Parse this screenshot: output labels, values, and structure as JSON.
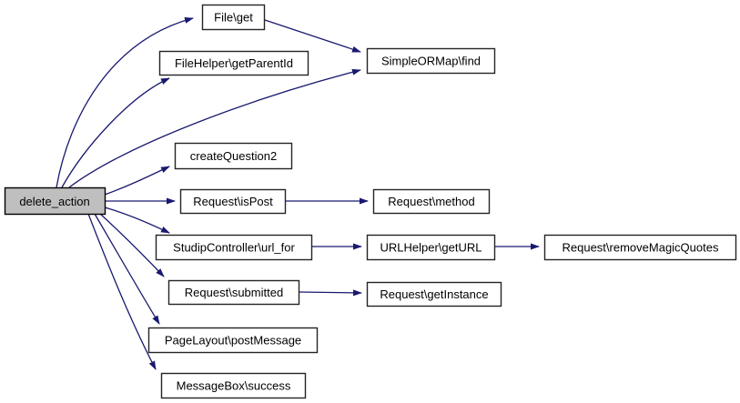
{
  "diagram": {
    "type": "call-graph",
    "root": "delete_action",
    "colors": {
      "edge": "#191970",
      "node_border": "#242424",
      "node_fill": "#ffffff",
      "root_fill": "#bfbfbf",
      "text": "#000000",
      "background": "#ffffff"
    },
    "nodes": [
      {
        "id": "delete-action",
        "label": "delete_action"
      },
      {
        "id": "file-get",
        "label": "File\\get"
      },
      {
        "id": "filehelper-getparentid",
        "label": "FileHelper\\getParentId"
      },
      {
        "id": "simpleormap-find",
        "label": "SimpleORMap\\find"
      },
      {
        "id": "createquestion2",
        "label": "createQuestion2"
      },
      {
        "id": "request-ispost",
        "label": "Request\\isPost"
      },
      {
        "id": "request-method",
        "label": "Request\\method"
      },
      {
        "id": "studipcontroller-url-for",
        "label": "StudipController\\url_for"
      },
      {
        "id": "urlhelper-geturl",
        "label": "URLHelper\\getURL"
      },
      {
        "id": "request-removemagicquotes",
        "label": "Request\\removeMagicQuotes"
      },
      {
        "id": "request-submitted",
        "label": "Request\\submitted"
      },
      {
        "id": "request-getinstance",
        "label": "Request\\getInstance"
      },
      {
        "id": "pagelayout-postmessage",
        "label": "PageLayout\\postMessage"
      },
      {
        "id": "messagebox-success",
        "label": "MessageBox\\success"
      }
    ],
    "edges": [
      {
        "from": "delete_action",
        "to": "File\\get"
      },
      {
        "from": "delete_action",
        "to": "FileHelper\\getParentId"
      },
      {
        "from": "delete_action",
        "to": "SimpleORMap\\find"
      },
      {
        "from": "delete_action",
        "to": "createQuestion2"
      },
      {
        "from": "delete_action",
        "to": "Request\\isPost"
      },
      {
        "from": "delete_action",
        "to": "StudipController\\url_for"
      },
      {
        "from": "delete_action",
        "to": "Request\\submitted"
      },
      {
        "from": "delete_action",
        "to": "PageLayout\\postMessage"
      },
      {
        "from": "delete_action",
        "to": "MessageBox\\success"
      },
      {
        "from": "File\\get",
        "to": "SimpleORMap\\find"
      },
      {
        "from": "Request\\isPost",
        "to": "Request\\method"
      },
      {
        "from": "StudipController\\url_for",
        "to": "URLHelper\\getURL"
      },
      {
        "from": "URLHelper\\getURL",
        "to": "Request\\removeMagicQuotes"
      },
      {
        "from": "Request\\submitted",
        "to": "Request\\getInstance"
      }
    ]
  }
}
